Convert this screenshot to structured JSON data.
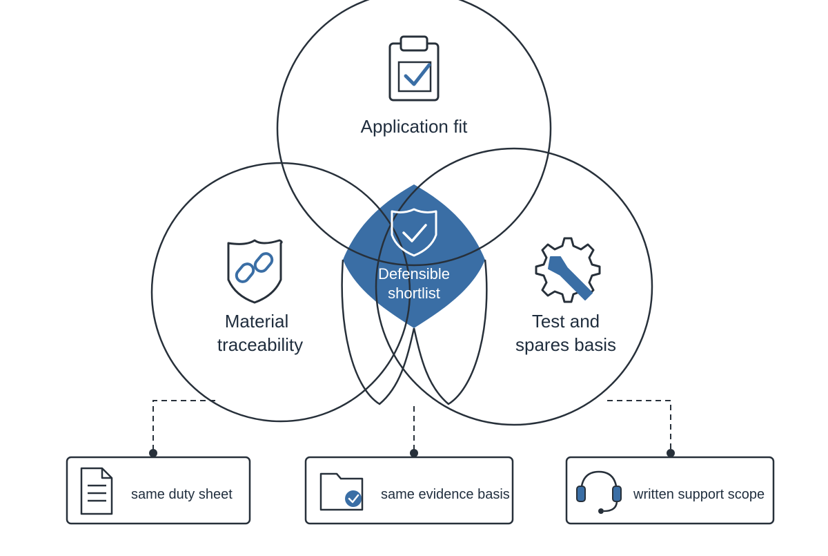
{
  "colors": {
    "outline": "#27303a",
    "accent": "#3a6ea5",
    "accent_dark": "#2f5f93",
    "text": "#1f2d3d",
    "background": "#ffffff"
  },
  "circles": {
    "top": {
      "label": "Application fit",
      "icon": "clipboard-check-icon"
    },
    "left": {
      "label_line1": "Material",
      "label_line2": "traceability",
      "icon": "shield-link-icon"
    },
    "right": {
      "label_line1": "Test and",
      "label_line2": "spares basis",
      "icon": "gear-wrench-icon"
    }
  },
  "center": {
    "label_line1": "Defensible",
    "label_line2": "shortlist",
    "icon": "shield-check-icon"
  },
  "cards": [
    {
      "label": "same duty sheet",
      "icon": "document-icon"
    },
    {
      "label": "same evidence basis",
      "icon": "folder-check-icon"
    },
    {
      "label": "written support scope",
      "icon": "headset-icon"
    }
  ]
}
